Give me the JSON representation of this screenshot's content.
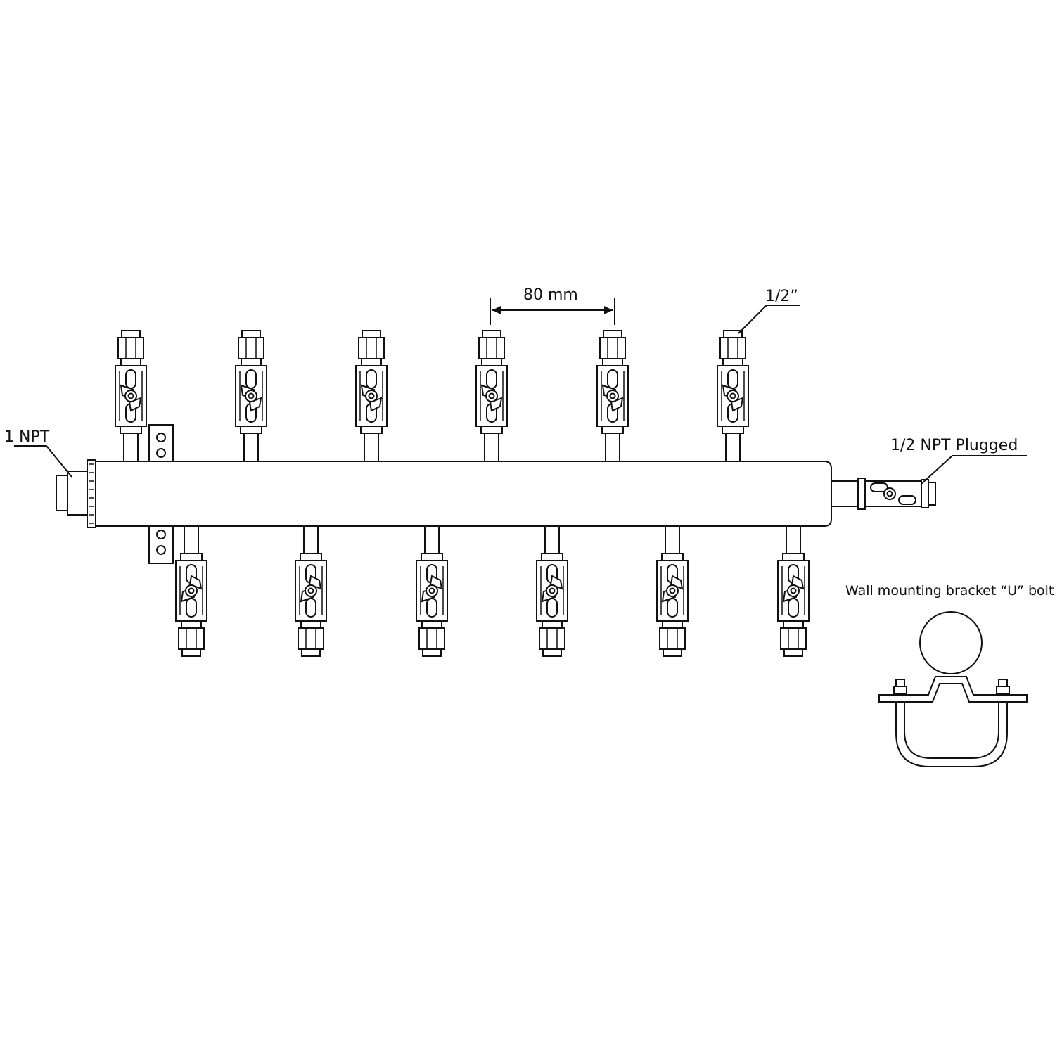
{
  "labels": {
    "inlet": "1 NPT",
    "spacing": "80 mm",
    "outlet_size": "1/2”",
    "end_plug": "1/2 NPT Plugged",
    "bracket_caption": "Wall mounting bracket “U” bolt"
  },
  "manifold": {
    "top_valves": 6,
    "bottom_valves": 6
  },
  "colors": {
    "line": "#111111",
    "background": "#ffffff"
  }
}
